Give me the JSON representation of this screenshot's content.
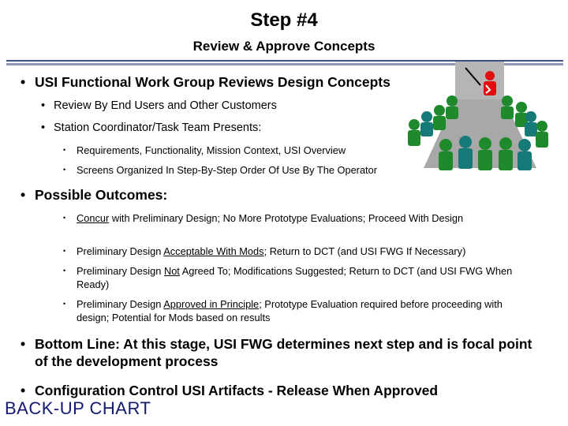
{
  "title": "Step #4",
  "subtitle": "Review & Approve Concepts",
  "bullets": {
    "main1": "USI Functional Work Group Reviews Design Concepts",
    "sub1": "Review By End Users and Other Customers",
    "sub2": "Station Coordinator/Task Team Presents:",
    "subsub1": "Requirements, Functionality, Mission Context, USI Overview",
    "subsub2": "Screens Organized In Step-By-Step Order Of Use By The Operator",
    "main2": "Possible Outcomes:",
    "outcome1_u": "Concur",
    "outcome1_rest": " with Preliminary Design; No More Prototype Evaluations;  Proceed With Design",
    "outcome2_pre": "Preliminary Design ",
    "outcome2_u": "Acceptable With Mods",
    "outcome2_rest": "; Return to DCT (and USI FWG If Necessary)",
    "outcome3_pre": "Preliminary Design ",
    "outcome3_u": "Not",
    "outcome3_rest": " Agreed To; Modifications Suggested; Return to DCT (and USI FWG When Ready)",
    "outcome4_pre": "Preliminary Design ",
    "outcome4_u": "Approved in Principle",
    "outcome4_rest": "; Prototype Evaluation required before proceeding with design; Potential for Mods based on results",
    "main3": "Bottom Line:  At this stage, USI FWG determines next step and is focal point of the development process",
    "main4": "Configuration Control USI Artifacts - Release When Approved"
  },
  "footer": "BACK-UP CHART",
  "colors": {
    "rule": "#3b4f86",
    "people_green": "#1e8a2c",
    "people_teal": "#157a78",
    "presenter_red": "#e01010",
    "screen_gray": "#9e9e9e",
    "backup_text": "#111a6e"
  }
}
